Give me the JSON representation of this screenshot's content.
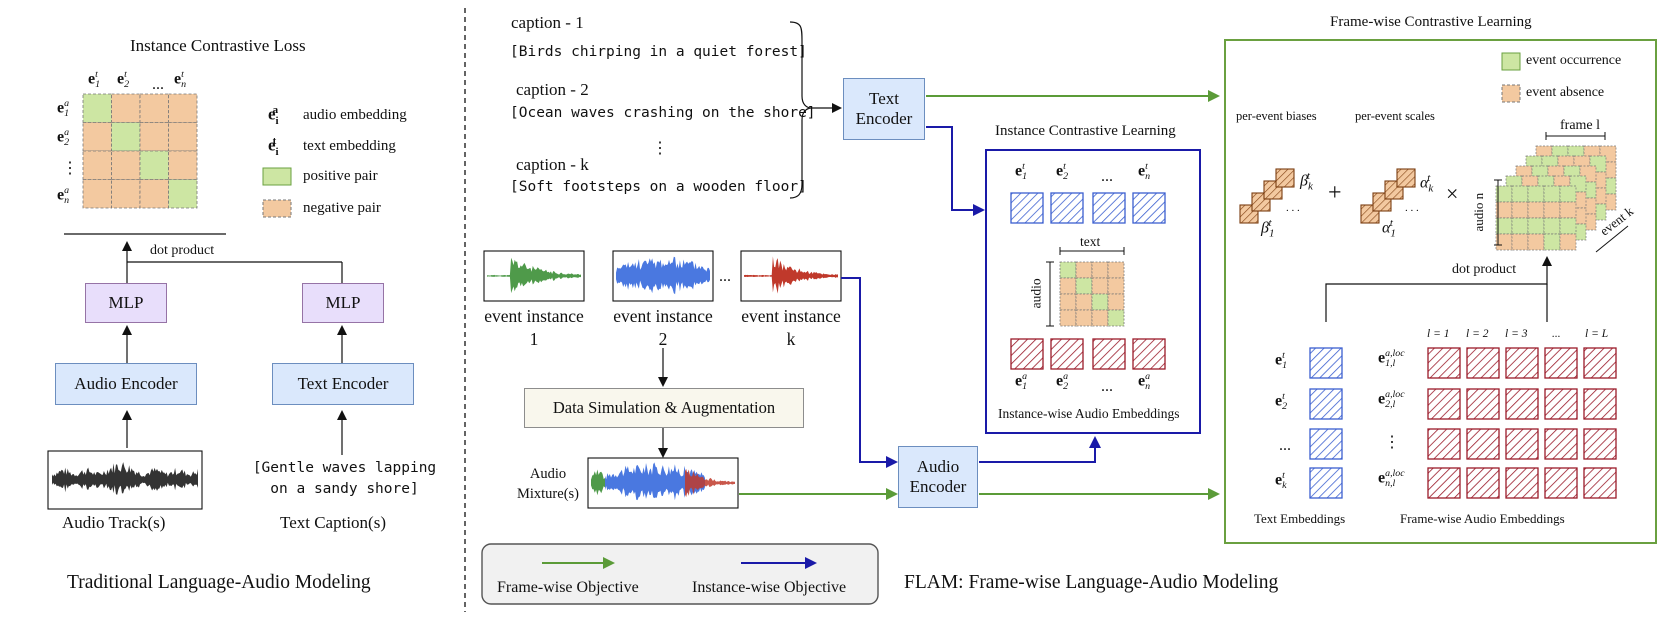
{
  "colors": {
    "green_arrow": "#5b9b38",
    "blue_arrow": "#1a1aa8",
    "positive_fill": "#cde6a3",
    "negative_fill": "#f3c9a0",
    "text_emb": "#3b5fd0",
    "audio_emb": "#9b1b2a",
    "frame_border": "#6aa040"
  },
  "left": {
    "title": "Instance Contrastive Loss",
    "col_labels": [
      "e_1^t",
      "e_2^t",
      "...",
      "e_n^t"
    ],
    "row_labels": [
      "e_1^a",
      "e_2^a",
      "⋮",
      "e_n^a"
    ],
    "legend": {
      "audio_sym": "e_i^a",
      "audio_text": "audio embedding",
      "text_sym": "e_i^t",
      "text_text": "text embedding",
      "positive": "positive pair",
      "negative": "negative pair"
    },
    "dot_product": "dot product",
    "mlp_audio": "MLP",
    "mlp_text": "MLP",
    "audio_encoder": "Audio Encoder",
    "text_encoder": "Text Encoder",
    "text_caption_example": "[Gentle waves lapping on a sandy shore]",
    "audio_track_label": "Audio Track(s)",
    "text_caption_label": "Text Caption(s)",
    "caption": "Traditional Language-Audio Modeling"
  },
  "flam": {
    "captions": [
      {
        "label": "caption - 1",
        "text": "[Birds chirping in a quiet forest]"
      },
      {
        "label": "caption - 2",
        "text": "[Ocean waves crashing on the shore]"
      },
      {
        "label": "caption - k",
        "text": "[Soft footsteps on a wooden floor]"
      }
    ],
    "text_encoder": "Text Encoder",
    "audio_encoder": "Audio Encoder",
    "events": [
      {
        "label": "event instance 1",
        "color": "#4f9a4a"
      },
      {
        "label": "event instance 2",
        "color": "#4a78e0"
      },
      {
        "label": "event instance k",
        "color": "#c0392b"
      }
    ],
    "ellipsis": "...",
    "data_sim": "Data Simulation & Augmentation",
    "audio_mixture": "Audio Mixture(s)",
    "instance_title": "Instance Contrastive Learning",
    "instance_text_labels": [
      "e_1^t",
      "e_2^t",
      "...",
      "e_n^t"
    ],
    "instance_audio_labels": [
      "e_1^a",
      "e_2^a",
      "...",
      "e_n^a"
    ],
    "mini_text": "text",
    "mini_audio": "audio",
    "instance_caption": "Instance-wise Audio Embeddings",
    "legend_frame": "Frame-wise Objective",
    "legend_instance": "Instance-wise Objective",
    "caption": "FLAM: Frame-wise Language-Audio Modeling"
  },
  "frame": {
    "title": "Frame-wise Contrastive Learning",
    "event_occurrence": "event occurrence",
    "event_absence": "event absence",
    "per_event_biases": "per-event biases",
    "per_event_scales": "per-event scales",
    "plus": "+",
    "times": "×",
    "frame_l": "frame l",
    "audio_n": "audio n",
    "event_k": "event k",
    "dot_product": "dot product",
    "text_emb_labels": [
      "e_1^t",
      "e_2^t",
      "...",
      "e_k^t"
    ],
    "frame_labels": [
      "l = 1",
      "l = 2",
      "l = 3",
      "...",
      "l = L"
    ],
    "audio_row_labels": [
      "e_{1,l}^{a,loc}",
      "e_{2,l}^{a,loc}",
      "⋮",
      "e_{n,l}^{a,loc}"
    ],
    "text_embeddings": "Text Embeddings",
    "frame_audio_embeddings": "Frame-wise Audio Embeddings"
  }
}
